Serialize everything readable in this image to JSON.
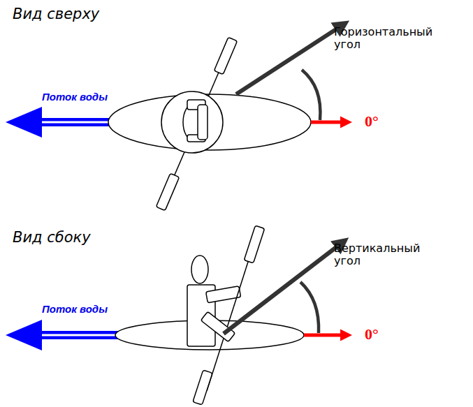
{
  "diagram": {
    "labels": [
      "Вид сверху",
      "Поток воды",
      "Горизонтальный угол",
      "0°",
      "Вид сбоку",
      "Поток воды",
      "Вертикальный угол",
      "0°"
    ]
  }
}
